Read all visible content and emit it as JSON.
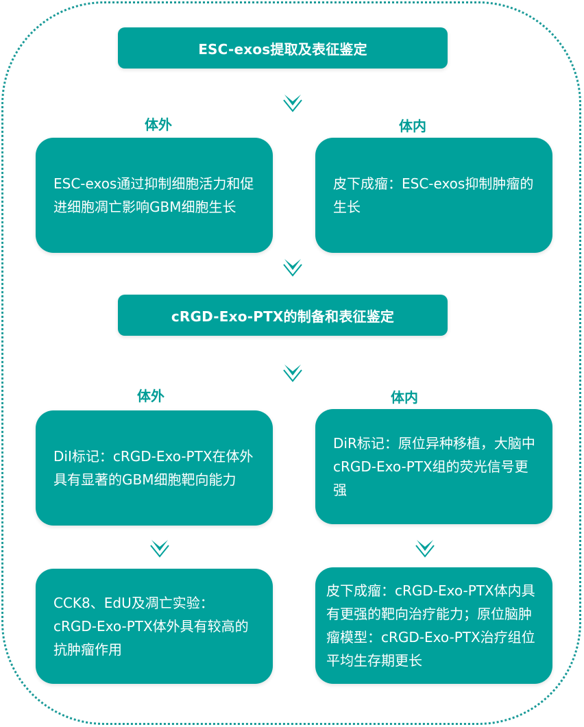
{
  "colors": {
    "primary": "#00a19b",
    "label": "#009c96",
    "border": "#1a9a98"
  },
  "stage1": {
    "title": "ESC-exos提取及表征鉴定",
    "in_vitro_label": "体外",
    "in_vivo_label": "体内",
    "in_vitro_text": "ESC-exos通过抑制细胞活力和促进细胞凋亡影响GBM细胞生长",
    "in_vivo_text": "皮下成瘤：ESC-exos抑制肿瘤的生长"
  },
  "stage2": {
    "title": "cRGD-Exo-PTX的制备和表征鉴定",
    "in_vitro_label": "体外",
    "in_vivo_label": "体内",
    "in_vitro_text_1": "DiI标记：cRGD-Exo-PTX在体外具有显著的GBM细胞靶向能力",
    "in_vivo_text_1": "DiR标记：原位异种移植，大脑中cRGD-Exo-PTX组的荧光信号更强",
    "in_vitro_text_2": "CCK8、EdU及凋亡实验：cRGD-Exo-PTX体外具有较高的抗肿瘤作用",
    "in_vivo_text_2": "皮下成瘤：cRGD-Exo-PTX体内具有更强的靶向治疗能力；原位脑肿瘤模型：cRGD-Exo-PTX治疗组位平均生存期更长"
  },
  "icons": {
    "arrow": "chevron-down-icon"
  }
}
